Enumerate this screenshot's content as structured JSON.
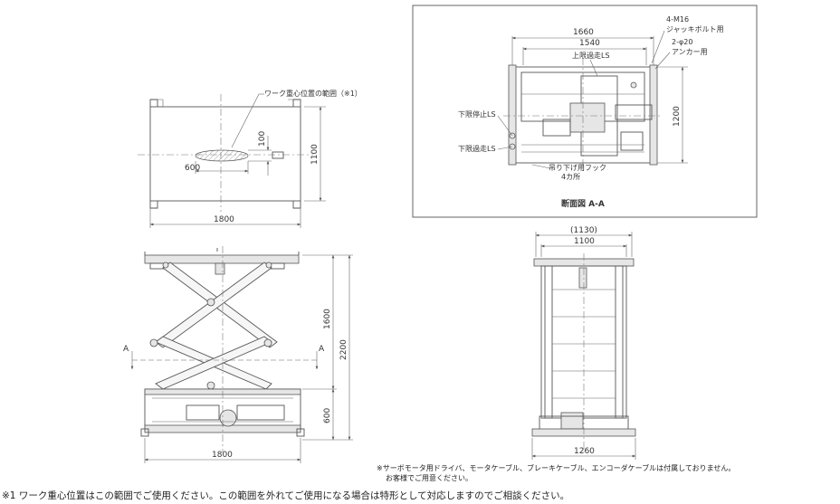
{
  "top_view": {
    "overall_width": "1800",
    "overall_depth": "1100",
    "cg_zone_width": "600",
    "cg_zone_depth": "100",
    "cg_zone_label": "ワーク重心位置の範囲（※1）"
  },
  "front_view": {
    "overall_width": "1800",
    "stroke": "1600",
    "max_height": "2200",
    "min_height": "600",
    "section_mark_left": "A",
    "section_mark_right": "A"
  },
  "section_view": {
    "title": "断面図 A-A",
    "outer_width": "1660",
    "inner_width": "1540",
    "depth": "1200",
    "jack_bolt_label": "4-M16",
    "jack_bolt_label_2": "ジャッキボルト用",
    "anchor_label": "2-φ20",
    "anchor_label_2": "アンカー用",
    "upper_over_ls": "上限過走LS",
    "lower_stop_ls": "下限停止LS",
    "lower_over_ls": "下限過走LS",
    "hook_label": "吊り下げ用フック",
    "hook_count": "4カ所"
  },
  "side_view": {
    "top_width_ref": "(1130)",
    "top_width": "1100",
    "base_width": "1260"
  },
  "notes": {
    "accessory_note": "※サーボモータ用ドライバ、モータケーブル、ブレーキケーブル、エンコーダケーブルは付属しておりません。",
    "accessory_note_2": "お客様でご用意ください。",
    "footnote": "※1 ワーク重心位置はこの範囲でご使用ください。この範囲を外れてご使用になる場合は特形として対応しますのでご相談ください。"
  }
}
